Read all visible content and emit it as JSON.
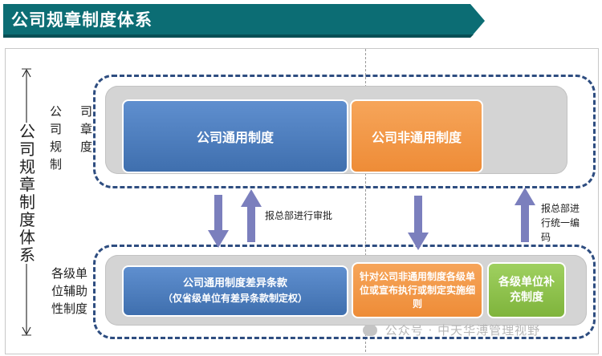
{
  "title": "公司规章制度体系",
  "left_axis_label": "公司规章制度体系",
  "top_group": {
    "label_col1": "公司规制",
    "label_col2": "司章度",
    "box_general": "公司通用制度",
    "box_non_general": "公司非通用制度"
  },
  "bottom_group": {
    "label": "各级单位辅助性制度",
    "box_general_diff_line1": "公司通用制度差异条款",
    "box_general_diff_line2": "（仅省级单位有差异条款制定权）",
    "box_non_general_rules": "针对公司非通用制度各级单位或宣布执行或制定实施细则",
    "box_supplement": "各级单位补充制度"
  },
  "notes": {
    "approval": "报总部进行审批",
    "coding": "报总部进行统一编码"
  },
  "watermark": "公众号 · 中天华溥管理视野",
  "colors": {
    "banner": "#0c6d74",
    "dashed_border": "#2e4d80",
    "arrow": "#7b7fbd",
    "blue": "#4a7bbf",
    "orange": "#f0943f",
    "green": "#8cc34a"
  }
}
